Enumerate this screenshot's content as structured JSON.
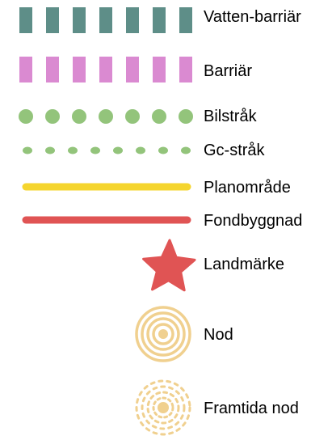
{
  "legend": {
    "items": [
      {
        "label": "Vatten-barriär",
        "symbol": "dashed-bar-icon",
        "color": "#5E8E88"
      },
      {
        "label": "Barriär",
        "symbol": "dashed-bar-icon",
        "color": "#DA8AD1"
      },
      {
        "label": "Bilstråk",
        "symbol": "large-dot-line-icon",
        "color": "#93C47B"
      },
      {
        "label": "Gc-stråk",
        "symbol": "small-dot-line-icon",
        "color": "#93C47B"
      },
      {
        "label": "Planområde",
        "symbol": "solid-line-icon",
        "color": "#F5D52E"
      },
      {
        "label": "Fondbyggnad",
        "symbol": "solid-line-icon",
        "color": "#E05454"
      },
      {
        "label": "Landmärke",
        "symbol": "star-icon",
        "color": "#E05454"
      },
      {
        "label": "Nod",
        "symbol": "concentric-rings-icon",
        "color": "#F0D08F"
      },
      {
        "label": "Framtida nod",
        "symbol": "dashed-rings-icon",
        "color": "#F0D08F"
      }
    ]
  }
}
